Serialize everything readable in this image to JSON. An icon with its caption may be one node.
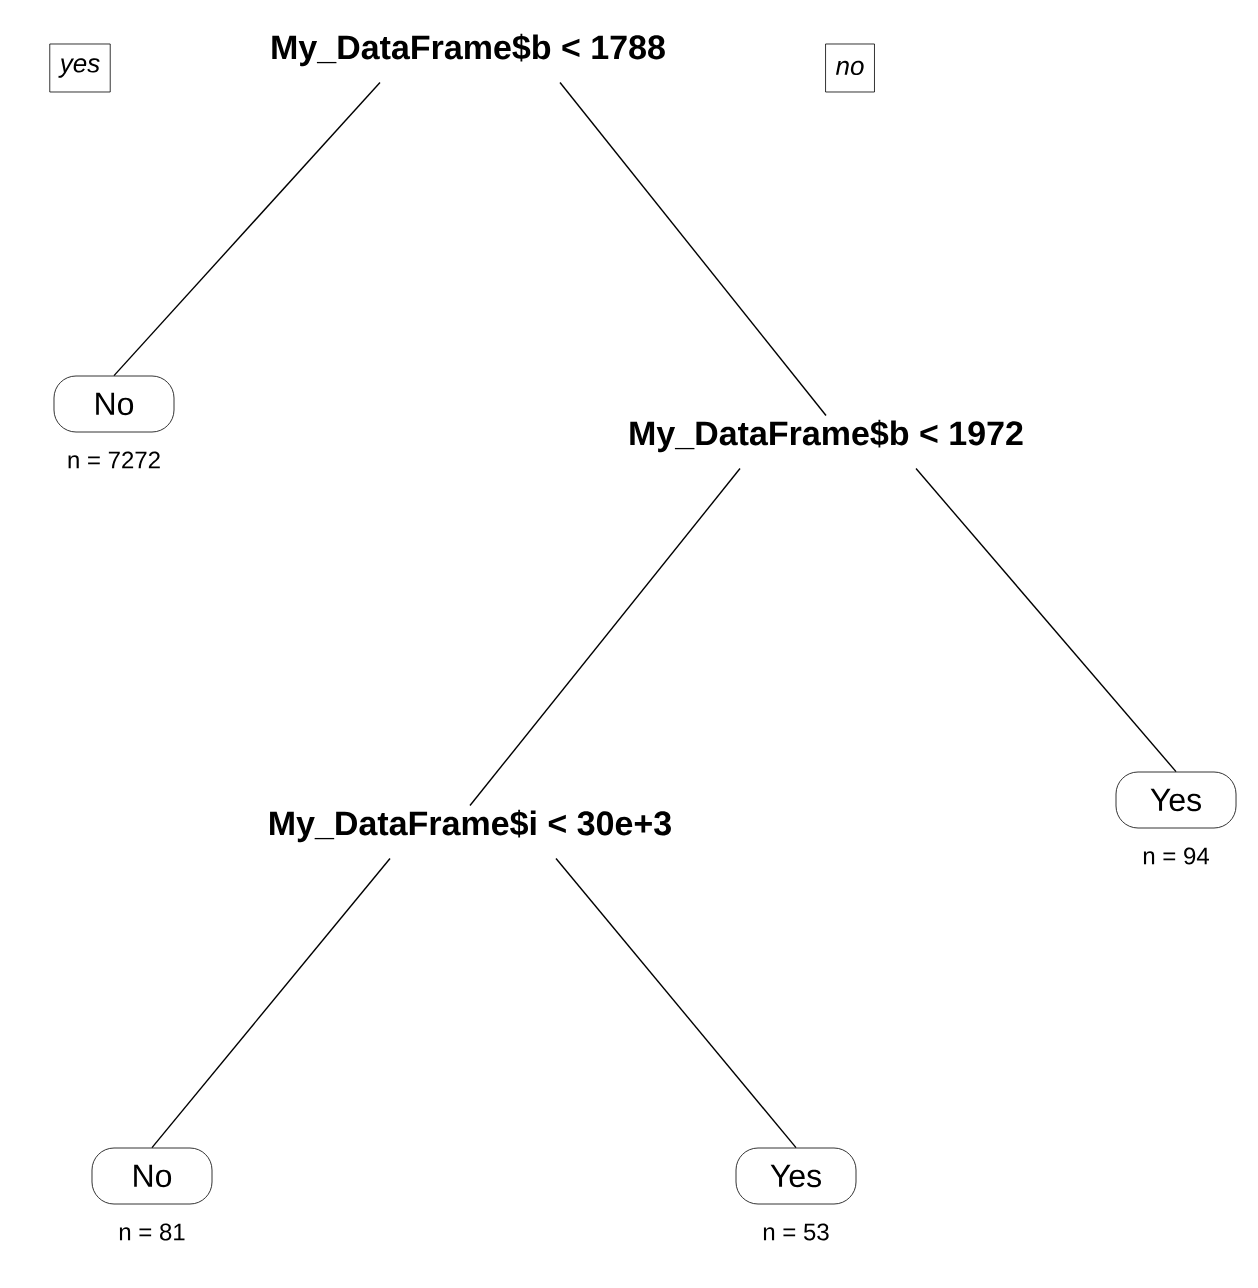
{
  "diagram": {
    "nodes": [
      {
        "text": [
          "My_DataFrame$b < 1788"
        ]
      },
      {
        "text": [
          "No"
        ],
        "beside": [
          "n = 7272"
        ]
      },
      {
        "text": [
          "My_DataFrame$b < 1972"
        ]
      },
      {
        "text": [
          "My_DataFrame$i < 30e+3"
        ]
      },
      {
        "text": [
          "Yes"
        ],
        "beside": [
          "n = 94"
        ]
      },
      {
        "text": [
          "No"
        ],
        "beside": [
          "n = 81"
        ]
      },
      {
        "text": [
          "Yes"
        ],
        "beside": [
          "n = 53"
        ]
      }
    ],
    "edges": [
      {
        "from": 0,
        "to": 1,
        "arrow": "none"
      },
      {
        "from": 0,
        "to": 2,
        "arrow": "none"
      },
      {
        "from": 2,
        "to": 3,
        "arrow": "none"
      },
      {
        "from": 2,
        "to": 4,
        "arrow": "none"
      },
      {
        "from": 3,
        "to": 5,
        "arrow": "none"
      },
      {
        "from": 3,
        "to": 6,
        "arrow": "none"
      }
    ],
    "labels": [
      "yes",
      "no"
    ]
  }
}
